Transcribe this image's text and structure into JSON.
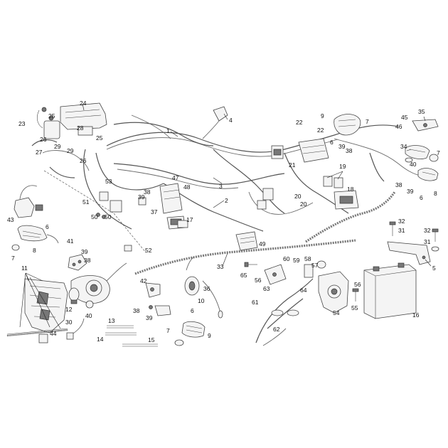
{
  "diagram": {
    "callouts": [
      {
        "id": "c1",
        "text": "1"
      },
      {
        "id": "c2",
        "text": "2"
      },
      {
        "id": "c3",
        "text": "3"
      },
      {
        "id": "c4",
        "text": "4"
      },
      {
        "id": "c5",
        "text": "5"
      },
      {
        "id": "c6a",
        "text": "6"
      },
      {
        "id": "c6b",
        "text": "6"
      },
      {
        "id": "c6c",
        "text": "6"
      },
      {
        "id": "c6d",
        "text": "6"
      },
      {
        "id": "c7a",
        "text": "7"
      },
      {
        "id": "c7b",
        "text": "7"
      },
      {
        "id": "c7c",
        "text": "7"
      },
      {
        "id": "c7d",
        "text": "7"
      },
      {
        "id": "c8a",
        "text": "8"
      },
      {
        "id": "c8b",
        "text": "8"
      },
      {
        "id": "c9a",
        "text": "9"
      },
      {
        "id": "c9b",
        "text": "9"
      },
      {
        "id": "c10",
        "text": "10"
      },
      {
        "id": "c11",
        "text": "11"
      },
      {
        "id": "c12",
        "text": "12"
      },
      {
        "id": "c13",
        "text": "13"
      },
      {
        "id": "c14",
        "text": "14"
      },
      {
        "id": "c15",
        "text": "15"
      },
      {
        "id": "c16",
        "text": "16"
      },
      {
        "id": "c17",
        "text": "17"
      },
      {
        "id": "c18",
        "text": "18"
      },
      {
        "id": "c19",
        "text": "19"
      },
      {
        "id": "c20a",
        "text": "20"
      },
      {
        "id": "c20b",
        "text": "20"
      },
      {
        "id": "c21",
        "text": "21"
      },
      {
        "id": "c22a",
        "text": "22"
      },
      {
        "id": "c22b",
        "text": "22"
      },
      {
        "id": "c23",
        "text": "23"
      },
      {
        "id": "c24",
        "text": "24"
      },
      {
        "id": "c25a",
        "text": "25"
      },
      {
        "id": "c25b",
        "text": "25"
      },
      {
        "id": "c26a",
        "text": "26"
      },
      {
        "id": "c26b",
        "text": "26"
      },
      {
        "id": "c27",
        "text": "27"
      },
      {
        "id": "c28",
        "text": "28"
      },
      {
        "id": "c29a",
        "text": "29"
      },
      {
        "id": "c29b",
        "text": "29"
      },
      {
        "id": "c30",
        "text": "30"
      },
      {
        "id": "c31a",
        "text": "31"
      },
      {
        "id": "c31b",
        "text": "31"
      },
      {
        "id": "c32a",
        "text": "32"
      },
      {
        "id": "c32b",
        "text": "32"
      },
      {
        "id": "c33",
        "text": "33"
      },
      {
        "id": "c34",
        "text": "34"
      },
      {
        "id": "c35",
        "text": "35"
      },
      {
        "id": "c36",
        "text": "36"
      },
      {
        "id": "c37",
        "text": "37"
      },
      {
        "id": "c38a",
        "text": "38"
      },
      {
        "id": "c38b",
        "text": "38"
      },
      {
        "id": "c38c",
        "text": "38"
      },
      {
        "id": "c38d",
        "text": "38"
      },
      {
        "id": "c38e",
        "text": "38"
      },
      {
        "id": "c39a",
        "text": "39"
      },
      {
        "id": "c39b",
        "text": "39"
      },
      {
        "id": "c39c",
        "text": "39"
      },
      {
        "id": "c39d",
        "text": "39"
      },
      {
        "id": "c39e",
        "text": "39"
      },
      {
        "id": "c40a",
        "text": "40"
      },
      {
        "id": "c40b",
        "text": "40"
      },
      {
        "id": "c41",
        "text": "41"
      },
      {
        "id": "c42",
        "text": "42"
      },
      {
        "id": "c43",
        "text": "43"
      },
      {
        "id": "c44",
        "text": "44"
      },
      {
        "id": "c45",
        "text": "45"
      },
      {
        "id": "c46",
        "text": "46"
      },
      {
        "id": "c47",
        "text": "47"
      },
      {
        "id": "c48",
        "text": "48"
      },
      {
        "id": "c49",
        "text": "49"
      },
      {
        "id": "c50a",
        "text": "50"
      },
      {
        "id": "c50b",
        "text": "50"
      },
      {
        "id": "c51",
        "text": "51"
      },
      {
        "id": "c52",
        "text": "52"
      },
      {
        "id": "c53",
        "text": "53"
      },
      {
        "id": "c54",
        "text": "54"
      },
      {
        "id": "c55",
        "text": "55"
      },
      {
        "id": "c56a",
        "text": "56"
      },
      {
        "id": "c56b",
        "text": "56"
      },
      {
        "id": "c57",
        "text": "57"
      },
      {
        "id": "c58",
        "text": "58"
      },
      {
        "id": "c59",
        "text": "59"
      },
      {
        "id": "c60",
        "text": "60"
      },
      {
        "id": "c61",
        "text": "61"
      },
      {
        "id": "c62",
        "text": "62"
      },
      {
        "id": "c63",
        "text": "63"
      },
      {
        "id": "c64",
        "text": "64"
      },
      {
        "id": "c65",
        "text": "65"
      }
    ]
  }
}
